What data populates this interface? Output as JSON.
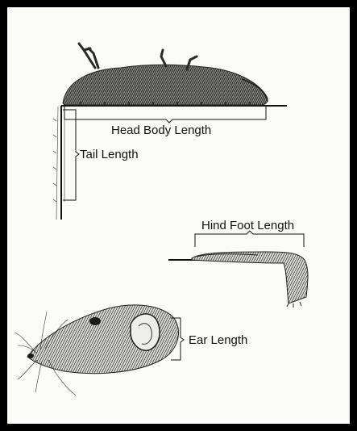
{
  "labels": {
    "head_body": "Head Body Length",
    "tail": "Tail Length",
    "hind_foot": "Hind Foot Length",
    "ear": "Ear Length"
  },
  "colors": {
    "frame": "#000000",
    "background": "#fbfbf8",
    "ink": "#111111",
    "fur": "#3a3a3a"
  }
}
